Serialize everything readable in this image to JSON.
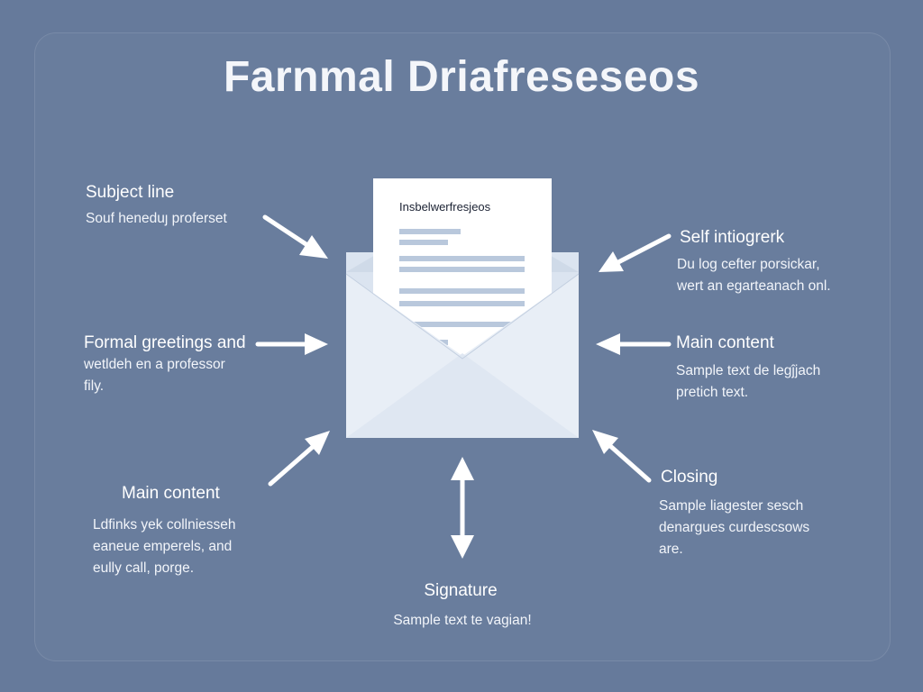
{
  "title": "Farnmal Driafreseseos",
  "document": {
    "heading": "Insbelwerfresjeos"
  },
  "labels": {
    "subject": {
      "heading": "Subject line",
      "text": "Souf heneduȷ proferset"
    },
    "greetings": {
      "heading": "Formal greetings and",
      "text": "wetldeh en a professor\nfily."
    },
    "main_left": {
      "heading": "Main content",
      "text": "Ldfinks yek collniesseh\neaneue emperels, and\neully call, porge."
    },
    "self": {
      "heading": "Self intiogrerk",
      "text": "Du log cefter porsickar,\nwert an egarteanach onl."
    },
    "main_right": {
      "heading": "Main content",
      "text": "Sample text de legĵjach\npretich text."
    },
    "closing": {
      "heading": "Closing",
      "text": "Sample liagester sesch\ndenargues curdescsows\nare."
    },
    "signature": {
      "heading": "Signature",
      "text": "Sample text te vagian!"
    }
  },
  "colors": {
    "background": "#667a9b",
    "envelope": "#dde6f1",
    "paper": "#ffffff",
    "doc_lines": "#b9c8dc",
    "arrows": "#ffffff"
  }
}
